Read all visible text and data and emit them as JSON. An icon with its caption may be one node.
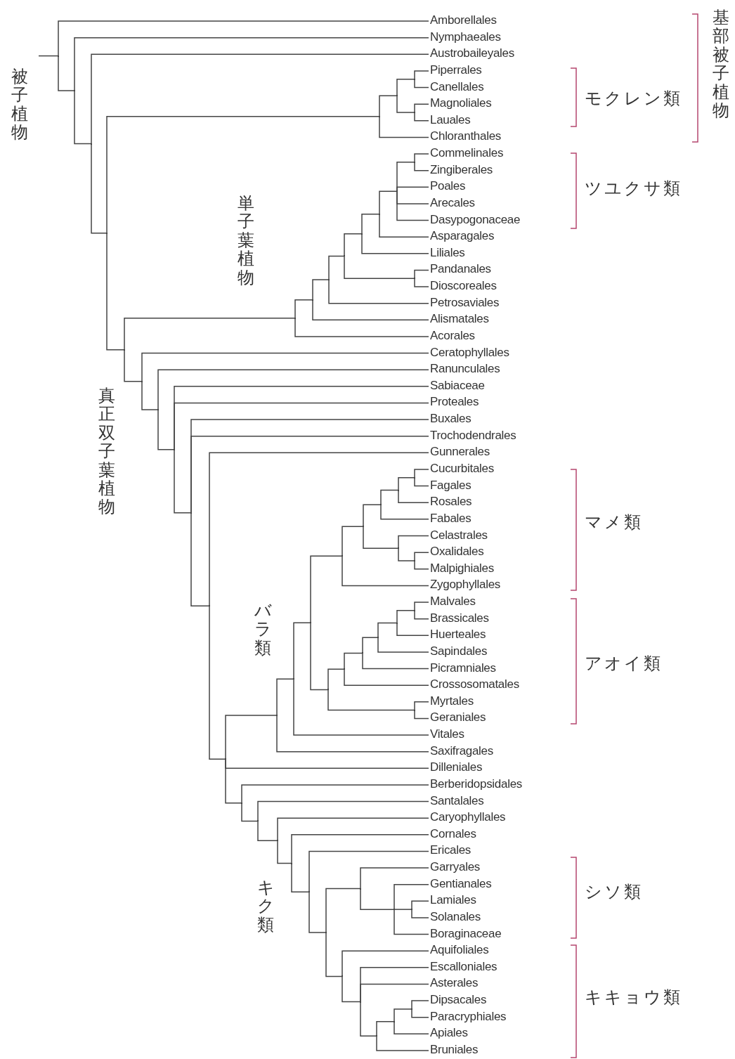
{
  "diagram": {
    "nodes": [
      {
        "text": [
          "Amborellales"
        ]
      },
      {
        "text": [
          "Nymphaeales"
        ]
      },
      {
        "text": [
          "Austrobaileyales"
        ]
      },
      {
        "text": [
          "Piperrales"
        ]
      },
      {
        "text": [
          "Canellales"
        ]
      },
      {
        "text": [
          "Magnoliales"
        ]
      },
      {
        "text": [
          "Lauales"
        ]
      },
      {
        "text": [
          "Chloranthales"
        ]
      },
      {
        "text": [
          "Commelinales"
        ]
      },
      {
        "text": [
          "Zingiberales"
        ]
      },
      {
        "text": [
          "Poales"
        ]
      },
      {
        "text": [
          "Arecales"
        ]
      },
      {
        "text": [
          "Dasypogonaceae"
        ]
      },
      {
        "text": [
          "Asparagales"
        ]
      },
      {
        "text": [
          "Liliales"
        ]
      },
      {
        "text": [
          "Pandanales"
        ]
      },
      {
        "text": [
          "Dioscoreales"
        ]
      },
      {
        "text": [
          "Petrosaviales"
        ]
      },
      {
        "text": [
          "Alismatales"
        ]
      },
      {
        "text": [
          "Acorales"
        ]
      },
      {
        "text": [
          "Ceratophyllales"
        ]
      },
      {
        "text": [
          "Ranunculales"
        ]
      },
      {
        "text": [
          "Sabiaceae"
        ]
      },
      {
        "text": [
          "Proteales"
        ]
      },
      {
        "text": [
          "Buxales"
        ]
      },
      {
        "text": [
          "Trochodendrales"
        ]
      },
      {
        "text": [
          "Gunnerales"
        ]
      },
      {
        "text": [
          "Cucurbitales"
        ]
      },
      {
        "text": [
          "Fagales"
        ]
      },
      {
        "text": [
          "Rosales"
        ]
      },
      {
        "text": [
          "Fabales"
        ]
      },
      {
        "text": [
          "Celastrales"
        ]
      },
      {
        "text": [
          "Oxalidales"
        ]
      },
      {
        "text": [
          "Malpighiales"
        ]
      },
      {
        "text": [
          "Zygophyllales"
        ]
      },
      {
        "text": [
          "Malvales"
        ]
      },
      {
        "text": [
          "Brassicales"
        ]
      },
      {
        "text": [
          "Huerteales"
        ]
      },
      {
        "text": [
          "Sapindales"
        ]
      },
      {
        "text": [
          "Picramniales"
        ]
      },
      {
        "text": [
          "Crossosomatales"
        ]
      },
      {
        "text": [
          "Myrtales"
        ]
      },
      {
        "text": [
          "Geraniales"
        ]
      },
      {
        "text": [
          "Vitales"
        ]
      },
      {
        "text": [
          "Saxifragales"
        ]
      },
      {
        "text": [
          "Dilleniales"
        ]
      },
      {
        "text": [
          "Berberidopsidales"
        ]
      },
      {
        "text": [
          "Santalales"
        ]
      },
      {
        "text": [
          "Caryophyllales"
        ]
      },
      {
        "text": [
          "Cornales"
        ]
      },
      {
        "text": [
          "Ericales"
        ]
      },
      {
        "text": [
          "Garryales"
        ]
      },
      {
        "text": [
          "Gentianales"
        ]
      },
      {
        "text": [
          "Lamiales"
        ]
      },
      {
        "text": [
          "Solanales"
        ]
      },
      {
        "text": [
          "Boraginaceae"
        ]
      },
      {
        "text": [
          "Aquifoliales"
        ]
      },
      {
        "text": [
          "Escalloniales"
        ]
      },
      {
        "text": [
          "Asterales"
        ]
      },
      {
        "text": [
          "Dipsacales"
        ]
      },
      {
        "text": [
          "Paracryphiales"
        ]
      },
      {
        "text": [
          "Apiales"
        ]
      },
      {
        "text": [
          "Bruniales"
        ]
      },
      {
        "text": [],
        "shape": "point"
      },
      {
        "text": [],
        "shape": "point"
      },
      {
        "text": [],
        "shape": "point"
      },
      {
        "text": [],
        "shape": "point"
      },
      {
        "text": [],
        "shape": "point"
      },
      {
        "text": [],
        "shape": "point"
      },
      {
        "text": [],
        "shape": "point"
      },
      {
        "text": [],
        "shape": "point"
      },
      {
        "text": [],
        "shape": "point"
      },
      {
        "text": [],
        "shape": "point"
      },
      {
        "text": [],
        "shape": "point"
      },
      {
        "text": [],
        "shape": "point"
      },
      {
        "text": [],
        "shape": "point"
      },
      {
        "text": [],
        "shape": "point"
      },
      {
        "text": [],
        "shape": "point"
      },
      {
        "text": [],
        "shape": "point"
      },
      {
        "text": [],
        "shape": "point"
      },
      {
        "text": [],
        "shape": "point"
      },
      {
        "text": [],
        "shape": "point"
      },
      {
        "text": [],
        "shape": "point"
      },
      {
        "text": [],
        "shape": "point"
      },
      {
        "text": [],
        "shape": "point"
      },
      {
        "text": [],
        "shape": "point"
      },
      {
        "text": [],
        "shape": "point"
      },
      {
        "text": [],
        "shape": "point"
      },
      {
        "text": [],
        "shape": "point"
      },
      {
        "text": [],
        "shape": "point"
      },
      {
        "text": [],
        "shape": "point"
      },
      {
        "text": [],
        "shape": "point"
      },
      {
        "text": [],
        "shape": "point"
      },
      {
        "text": [],
        "shape": "point"
      },
      {
        "text": [],
        "shape": "point"
      },
      {
        "text": [],
        "shape": "point"
      },
      {
        "text": [],
        "shape": "point"
      },
      {
        "text": [],
        "shape": "point"
      },
      {
        "text": [],
        "shape": "point"
      },
      {
        "text": [],
        "shape": "point"
      },
      {
        "text": [],
        "shape": "point"
      },
      {
        "text": [],
        "shape": "point"
      },
      {
        "text": [],
        "shape": "point"
      },
      {
        "text": [],
        "shape": "point"
      },
      {
        "text": [],
        "shape": "point"
      },
      {
        "text": [],
        "shape": "point"
      },
      {
        "text": [],
        "shape": "point"
      },
      {
        "text": [],
        "shape": "point"
      },
      {
        "text": [],
        "shape": "point"
      },
      {
        "text": [],
        "shape": "point"
      },
      {
        "text": [],
        "shape": "point"
      },
      {
        "text": [],
        "shape": "point"
      },
      {
        "text": [],
        "shape": "point"
      },
      {
        "text": [],
        "shape": "point"
      },
      {
        "text": [],
        "shape": "point"
      },
      {
        "text": [],
        "shape": "point"
      },
      {
        "text": [],
        "shape": "point"
      },
      {
        "text": [],
        "shape": "point"
      }
    ],
    "edges": [
      {
        "from": null,
        "to": 63,
        "arrow": "none"
      },
      {
        "from": 63,
        "to": 0,
        "arrow": "none"
      },
      {
        "from": 63,
        "to": 64,
        "arrow": "none"
      },
      {
        "from": 64,
        "to": 1,
        "arrow": "none"
      },
      {
        "from": 64,
        "to": 65,
        "arrow": "none"
      },
      {
        "from": 65,
        "to": 2,
        "arrow": "none"
      },
      {
        "from": 65,
        "to": 66,
        "arrow": "none"
      },
      {
        "from": 66,
        "to": 67,
        "arrow": "none"
      },
      {
        "from": 66,
        "to": 71,
        "arrow": "none"
      },
      {
        "from": 67,
        "to": 68,
        "arrow": "none"
      },
      {
        "from": 67,
        "to": 7,
        "arrow": "none"
      },
      {
        "from": 68,
        "to": 69,
        "arrow": "none"
      },
      {
        "from": 68,
        "to": 70,
        "arrow": "none"
      },
      {
        "from": 69,
        "to": 3,
        "arrow": "none"
      },
      {
        "from": 69,
        "to": 4,
        "arrow": "none"
      },
      {
        "from": 70,
        "to": 5,
        "arrow": "none"
      },
      {
        "from": 70,
        "to": 6,
        "arrow": "none"
      },
      {
        "from": 71,
        "to": 72,
        "arrow": "none"
      },
      {
        "from": 71,
        "to": 81,
        "arrow": "none"
      },
      {
        "from": 72,
        "to": 73,
        "arrow": "none"
      },
      {
        "from": 72,
        "to": 19,
        "arrow": "none"
      },
      {
        "from": 73,
        "to": 74,
        "arrow": "none"
      },
      {
        "from": 73,
        "to": 18,
        "arrow": "none"
      },
      {
        "from": 74,
        "to": 75,
        "arrow": "none"
      },
      {
        "from": 74,
        "to": 17,
        "arrow": "none"
      },
      {
        "from": 75,
        "to": 76,
        "arrow": "none"
      },
      {
        "from": 75,
        "to": 80,
        "arrow": "none"
      },
      {
        "from": 76,
        "to": 77,
        "arrow": "none"
      },
      {
        "from": 76,
        "to": 14,
        "arrow": "none"
      },
      {
        "from": 77,
        "to": 78,
        "arrow": "none"
      },
      {
        "from": 77,
        "to": 13,
        "arrow": "none"
      },
      {
        "from": 78,
        "to": 79,
        "arrow": "none"
      },
      {
        "from": 78,
        "to": 10,
        "arrow": "none"
      },
      {
        "from": 78,
        "to": 11,
        "arrow": "none"
      },
      {
        "from": 78,
        "to": 12,
        "arrow": "none"
      },
      {
        "from": 79,
        "to": 8,
        "arrow": "none"
      },
      {
        "from": 79,
        "to": 9,
        "arrow": "none"
      },
      {
        "from": 80,
        "to": 15,
        "arrow": "none"
      },
      {
        "from": 80,
        "to": 16,
        "arrow": "none"
      },
      {
        "from": 81,
        "to": 20,
        "arrow": "none"
      },
      {
        "from": 81,
        "to": 82,
        "arrow": "none"
      },
      {
        "from": 82,
        "to": 21,
        "arrow": "none"
      },
      {
        "from": 82,
        "to": 83,
        "arrow": "none"
      },
      {
        "from": 83,
        "to": 22,
        "arrow": "none"
      },
      {
        "from": 83,
        "to": 23,
        "arrow": "none"
      },
      {
        "from": 83,
        "to": 84,
        "arrow": "none"
      },
      {
        "from": 84,
        "to": 24,
        "arrow": "none"
      },
      {
        "from": 84,
        "to": 25,
        "arrow": "none"
      },
      {
        "from": 84,
        "to": 85,
        "arrow": "none"
      },
      {
        "from": 85,
        "to": 26,
        "arrow": "none"
      },
      {
        "from": 85,
        "to": 86,
        "arrow": "none"
      },
      {
        "from": 86,
        "to": 87,
        "arrow": "none"
      },
      {
        "from": 86,
        "to": 45,
        "arrow": "none"
      },
      {
        "from": 86,
        "to": 104,
        "arrow": "none"
      },
      {
        "from": 87,
        "to": 88,
        "arrow": "none"
      },
      {
        "from": 87,
        "to": 44,
        "arrow": "none"
      },
      {
        "from": 88,
        "to": 89,
        "arrow": "none"
      },
      {
        "from": 88,
        "to": 43,
        "arrow": "none"
      },
      {
        "from": 89,
        "to": 90,
        "arrow": "none"
      },
      {
        "from": 89,
        "to": 97,
        "arrow": "none"
      },
      {
        "from": 90,
        "to": 91,
        "arrow": "none"
      },
      {
        "from": 90,
        "to": 34,
        "arrow": "none"
      },
      {
        "from": 91,
        "to": 92,
        "arrow": "none"
      },
      {
        "from": 91,
        "to": 95,
        "arrow": "none"
      },
      {
        "from": 92,
        "to": 93,
        "arrow": "none"
      },
      {
        "from": 92,
        "to": 30,
        "arrow": "none"
      },
      {
        "from": 93,
        "to": 94,
        "arrow": "none"
      },
      {
        "from": 93,
        "to": 29,
        "arrow": "none"
      },
      {
        "from": 94,
        "to": 27,
        "arrow": "none"
      },
      {
        "from": 94,
        "to": 28,
        "arrow": "none"
      },
      {
        "from": 95,
        "to": 31,
        "arrow": "none"
      },
      {
        "from": 95,
        "to": 96,
        "arrow": "none"
      },
      {
        "from": 96,
        "to": 32,
        "arrow": "none"
      },
      {
        "from": 96,
        "to": 33,
        "arrow": "none"
      },
      {
        "from": 97,
        "to": 98,
        "arrow": "none"
      },
      {
        "from": 97,
        "to": 103,
        "arrow": "none"
      },
      {
        "from": 98,
        "to": 99,
        "arrow": "none"
      },
      {
        "from": 98,
        "to": 40,
        "arrow": "none"
      },
      {
        "from": 99,
        "to": 100,
        "arrow": "none"
      },
      {
        "from": 99,
        "to": 39,
        "arrow": "none"
      },
      {
        "from": 100,
        "to": 101,
        "arrow": "none"
      },
      {
        "from": 100,
        "to": 38,
        "arrow": "none"
      },
      {
        "from": 101,
        "to": 102,
        "arrow": "none"
      },
      {
        "from": 101,
        "to": 37,
        "arrow": "none"
      },
      {
        "from": 102,
        "to": 35,
        "arrow": "none"
      },
      {
        "from": 102,
        "to": 36,
        "arrow": "none"
      },
      {
        "from": 103,
        "to": 41,
        "arrow": "none"
      },
      {
        "from": 103,
        "to": 42,
        "arrow": "none"
      },
      {
        "from": 104,
        "to": 46,
        "arrow": "none"
      },
      {
        "from": 104,
        "to": 105,
        "arrow": "none"
      },
      {
        "from": 105,
        "to": 47,
        "arrow": "none"
      },
      {
        "from": 105,
        "to": 106,
        "arrow": "none"
      },
      {
        "from": 106,
        "to": 48,
        "arrow": "none"
      },
      {
        "from": 106,
        "to": 107,
        "arrow": "none"
      },
      {
        "from": 107,
        "to": 49,
        "arrow": "none"
      },
      {
        "from": 107,
        "to": 108,
        "arrow": "none"
      },
      {
        "from": 108,
        "to": 50,
        "arrow": "none"
      },
      {
        "from": 108,
        "to": 109,
        "arrow": "none"
      },
      {
        "from": 109,
        "to": 110,
        "arrow": "none"
      },
      {
        "from": 109,
        "to": 113,
        "arrow": "none"
      },
      {
        "from": 110,
        "to": 51,
        "arrow": "none"
      },
      {
        "from": 110,
        "to": 111,
        "arrow": "none"
      },
      {
        "from": 111,
        "to": 52,
        "arrow": "none"
      },
      {
        "from": 111,
        "to": 112,
        "arrow": "none"
      },
      {
        "from": 111,
        "to": 55,
        "arrow": "none"
      },
      {
        "from": 112,
        "to": 53,
        "arrow": "none"
      },
      {
        "from": 112,
        "to": 54,
        "arrow": "none"
      },
      {
        "from": 113,
        "to": 56,
        "arrow": "none"
      },
      {
        "from": 113,
        "to": 114,
        "arrow": "none"
      },
      {
        "from": 114,
        "to": 57,
        "arrow": "none"
      },
      {
        "from": 114,
        "to": 58,
        "arrow": "none"
      },
      {
        "from": 114,
        "to": 115,
        "arrow": "none"
      },
      {
        "from": 115,
        "to": 116,
        "arrow": "none"
      },
      {
        "from": 115,
        "to": 62,
        "arrow": "none"
      },
      {
        "from": 116,
        "to": 117,
        "arrow": "none"
      },
      {
        "from": 116,
        "to": 61,
        "arrow": "none"
      },
      {
        "from": 117,
        "to": 59,
        "arrow": "none"
      },
      {
        "from": 117,
        "to": 60,
        "arrow": "none"
      }
    ],
    "labels": [
      "基部被子植物",
      "被子植物",
      "モクレン類",
      "ツユクサ類",
      "単子葉植物",
      "真正双子葉植物",
      "マメ類",
      "バラ類",
      "アオイ類",
      "キク類",
      "シソ類",
      "キキョウ類"
    ]
  }
}
